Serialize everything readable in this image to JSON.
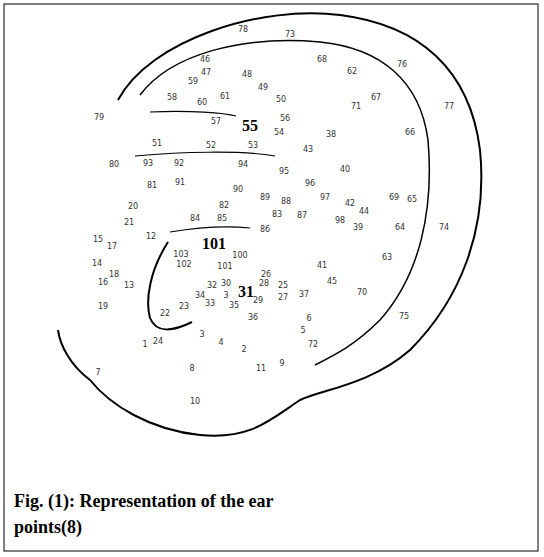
{
  "diagram": {
    "caption": "Fig. (1): Representation of the ear points(8)",
    "labels": [
      "78",
      "73",
      "76",
      "46",
      "68",
      "62",
      "47",
      "59",
      "48",
      "49",
      "67",
      "77",
      "58",
      "60",
      "61",
      "50",
      "71",
      "79",
      "57",
      "55",
      "56",
      "54",
      "38",
      "66",
      "51",
      "52",
      "53",
      "43",
      "40",
      "80",
      "93",
      "92",
      "94",
      "95",
      "96",
      "81",
      "91",
      "90",
      "89",
      "88",
      "97",
      "42",
      "69",
      "65",
      "44",
      "20",
      "82",
      "83",
      "87",
      "98",
      "39",
      "21",
      "84",
      "85",
      "86",
      "64",
      "74",
      "12",
      "15",
      "17",
      "101",
      "100",
      "103",
      "102",
      "101",
      "14",
      "63",
      "41",
      "26",
      "18",
      "16",
      "13",
      "32",
      "30",
      "31",
      "28",
      "25",
      "34",
      "33",
      "3",
      "35",
      "29",
      "27",
      "37",
      "45",
      "70",
      "19",
      "23",
      "22",
      "36",
      "6",
      "75",
      "24",
      "5",
      "3",
      "4",
      "72",
      "1",
      "2",
      "7",
      "8",
      "11",
      "9",
      "10"
    ]
  }
}
